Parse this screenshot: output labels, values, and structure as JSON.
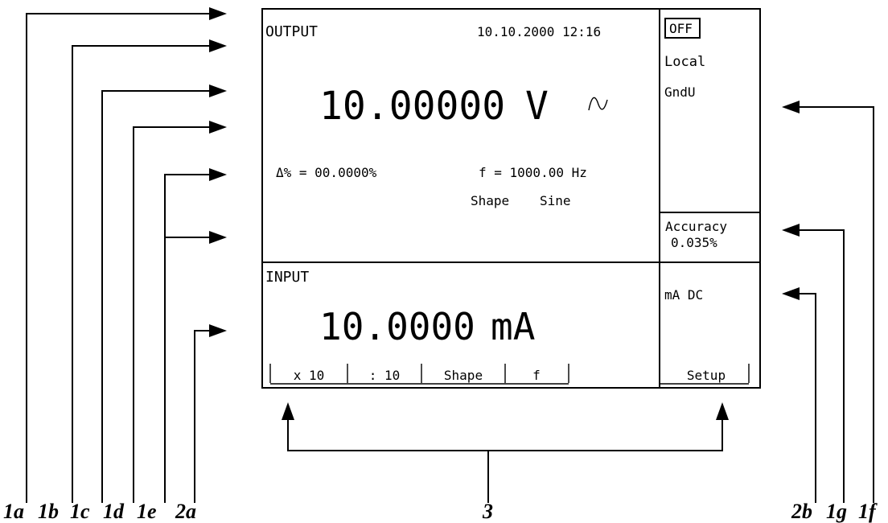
{
  "output": {
    "label": "OUTPUT",
    "datetime": "10.10.2000 12:16",
    "main_value": "10.00000",
    "main_unit": "V",
    "deviation": "Δ% = 00.0000%",
    "frequency": "f = 1000.00 Hz",
    "shape_label": "Shape",
    "shape_value": "Sine",
    "waveform_icon": "sine-wave-icon"
  },
  "status": {
    "off_badge": "OFF",
    "mode": "Local",
    "ground": "GndU",
    "accuracy_label": "Accuracy",
    "accuracy_value": "0.035%"
  },
  "input": {
    "label": "INPUT",
    "value": "10.0000",
    "unit": "mA",
    "mode": "mA DC"
  },
  "softkeys": {
    "k1": "x 10",
    "k2": ": 10",
    "k3": "Shape",
    "k4": "f",
    "k5": "Setup"
  },
  "callouts": {
    "c1a": "1a",
    "c1b": "1b",
    "c1c": "1c",
    "c1d": "1d",
    "c1e": "1e",
    "c2a": "2a",
    "c3": "3",
    "c2b": "2b",
    "c1g": "1g",
    "c1f": "1f"
  }
}
